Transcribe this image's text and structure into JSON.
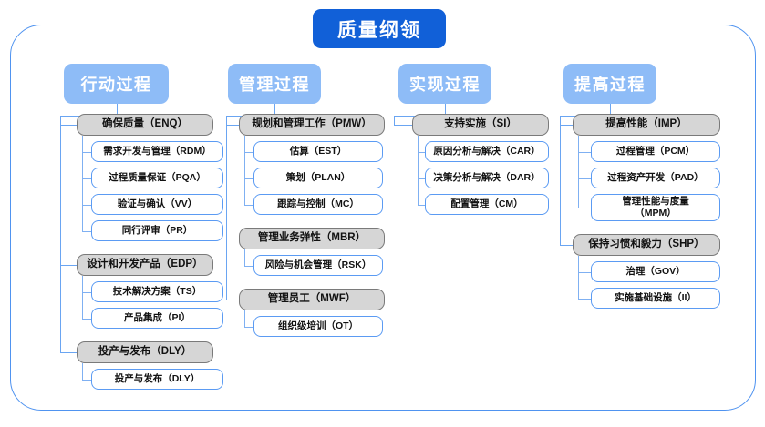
{
  "diagram": {
    "type": "tree-org-chart",
    "title": "质量纲领",
    "colors": {
      "root": "#1160d8",
      "column_header": "#8ebcf7",
      "group_box": "#d6d6d6",
      "group_border": "#7a7a7a",
      "leaf_border": "#5b9bf3",
      "frame": "#4f93f0",
      "connector": "#6aa5f2"
    },
    "columns": [
      {
        "header": "行动过程",
        "groups": [
          {
            "label": "确保质量（ENQ）",
            "items": [
              "需求开发与管理（RDM）",
              "过程质量保证（PQA）",
              "验证与确认（VV）",
              "同行评审（PR）"
            ]
          },
          {
            "label": "设计和开发产品（EDP）",
            "items": [
              "技术解决方案（TS）",
              "产品集成（PI）"
            ]
          },
          {
            "label": "投产与发布（DLY）",
            "items": [
              "投产与发布（DLY）"
            ]
          }
        ]
      },
      {
        "header": "管理过程",
        "groups": [
          {
            "label": "规划和管理工作（PMW）",
            "items": [
              "估算（EST）",
              "策划（PLAN）",
              "跟踪与控制（MC）"
            ]
          },
          {
            "label": "管理业务弹性（MBR）",
            "items": [
              "风险与机会管理（RSK）"
            ]
          },
          {
            "label": "管理员工（MWF）",
            "items": [
              "组织级培训（OT）"
            ]
          }
        ]
      },
      {
        "header": "实现过程",
        "groups": [
          {
            "label": "支持实施（SI）",
            "items": [
              "原因分析与解决（CAR）",
              "决策分析与解决（DAR）",
              "配置管理（CM）"
            ]
          }
        ]
      },
      {
        "header": "提高过程",
        "groups": [
          {
            "label": "提高性能（IMP）",
            "items": [
              "过程管理（PCM）",
              "过程资产开发（PAD）",
              "管理性能与度量\n（MPM）"
            ]
          },
          {
            "label": "保持习惯和毅力（SHP）",
            "items": [
              "治理（GOV）",
              "实施基础设施（II）"
            ]
          }
        ]
      }
    ]
  }
}
